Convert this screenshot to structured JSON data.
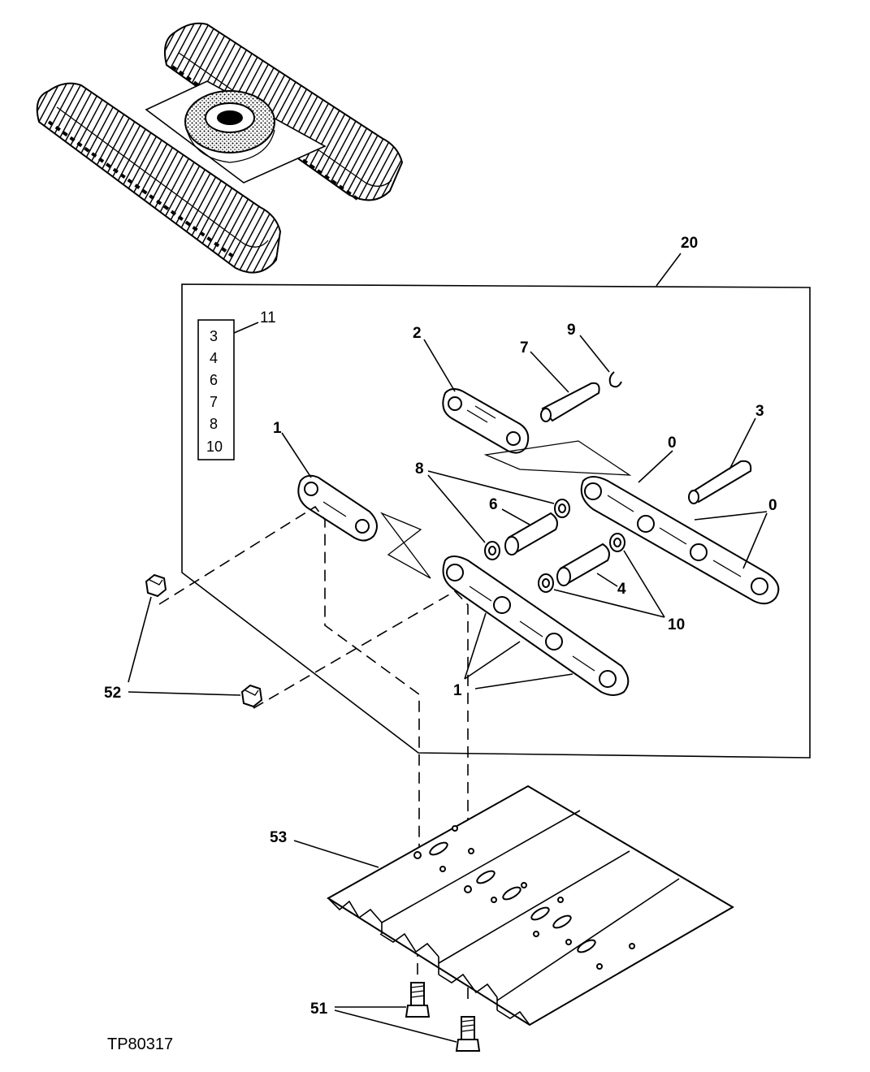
{
  "callouts": {
    "c20": "20",
    "c11": "11",
    "c2": "2",
    "c7": "7",
    "c9": "9",
    "c3": "3",
    "c0a": "0",
    "c0b": "0",
    "c1a": "1",
    "c8": "8",
    "c6": "6",
    "c4": "4",
    "c10": "10",
    "c1b": "1",
    "c52": "52",
    "c53": "53",
    "c51": "51"
  },
  "kit_items": [
    "3",
    "4",
    "6",
    "7",
    "8",
    "10"
  ],
  "figure_id": "TP80317"
}
